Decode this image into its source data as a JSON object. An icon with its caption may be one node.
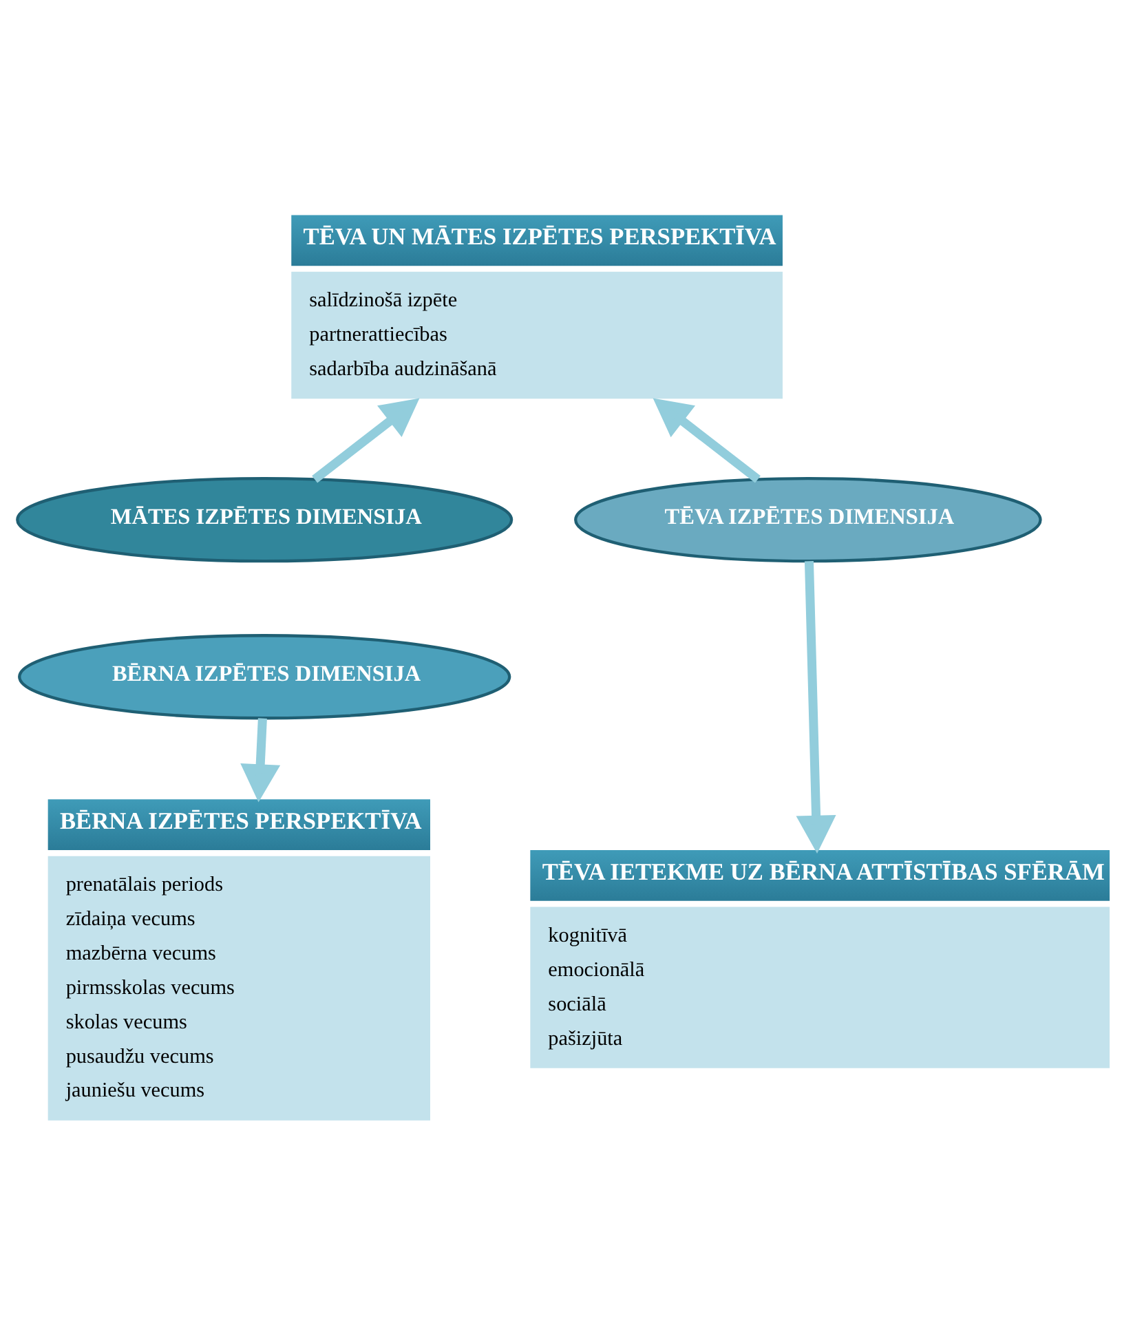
{
  "diagram": {
    "nodes": [
      {
        "text": [
          "TĒVA UN MĀTES IZPĒTES PERSPEKTĪVA",
          "salīdzinošā izpēte",
          "partnerattiecības",
          "sadarbība audzināšanā"
        ]
      },
      {
        "text": [
          "TĒVA IZPĒTES DIMENSIJA"
        ]
      },
      {
        "text": [
          "MĀTES IZPĒTES DIMENSIJA"
        ]
      },
      {
        "text": [
          "BĒRNA IZPĒTES DIMENSIJA"
        ]
      },
      {
        "text": [
          "TĒVA IETEKME UZ BĒRNA ATTĪSTĪBAS SFĒRĀM",
          "kognitīvā",
          "emocionālā",
          "sociālā",
          "pašizjūta"
        ]
      },
      {
        "text": [
          "BĒRNA IZPĒTES PERSPEKTĪVA",
          "prenatālais periods",
          "zīdaiņa vecums",
          "mazbērna vecums",
          "pirmsskolas vecums",
          "skolas vecums",
          "pusaudžu vecums",
          "jauniešu vecums"
        ]
      }
    ],
    "edges": [
      {
        "from": 1,
        "to": 0,
        "arrow": "to"
      },
      {
        "from": 2,
        "to": 0,
        "arrow": "to"
      },
      {
        "from": 1,
        "to": 4,
        "arrow": "to"
      },
      {
        "from": 3,
        "to": 5,
        "arrow": "to"
      }
    ]
  }
}
